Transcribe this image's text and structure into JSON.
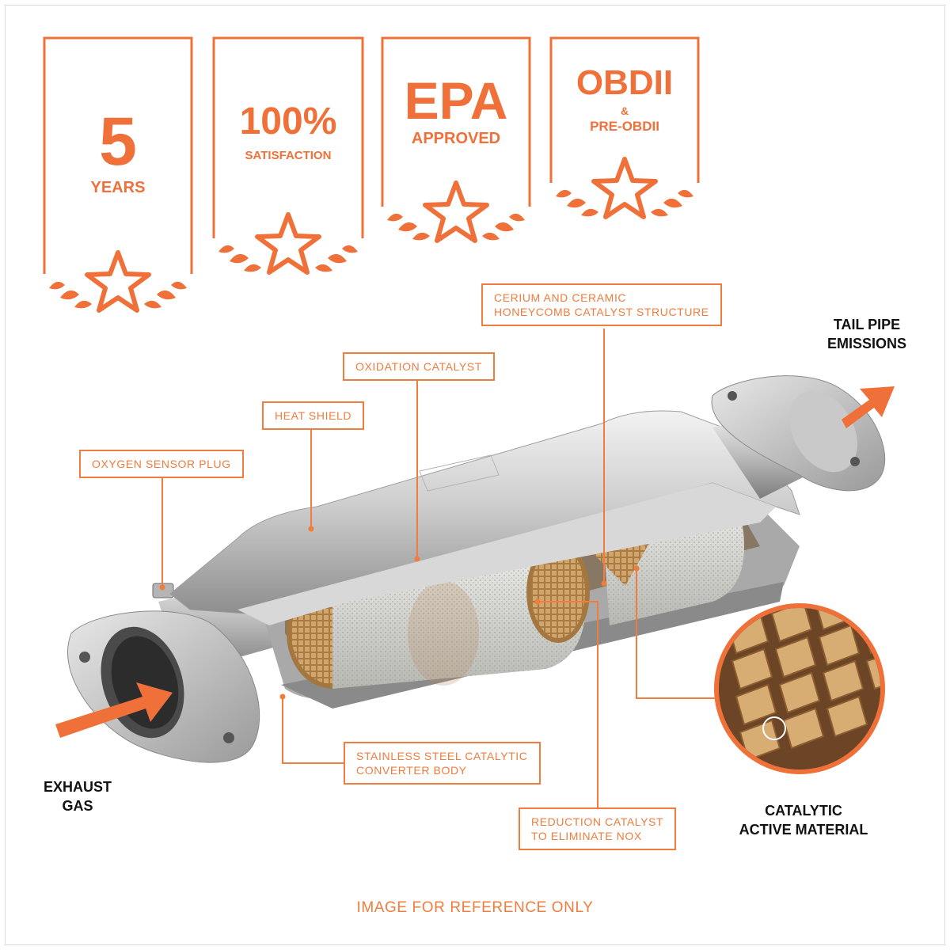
{
  "badges": [
    {
      "big": "5",
      "small": "YEARS"
    },
    {
      "big": "100%",
      "small": "SATISFACTION"
    },
    {
      "big": "EPA",
      "small": "APPROVED"
    },
    {
      "big": "OBDII",
      "small_top": "&",
      "small": "PRE-OBDII"
    }
  ],
  "callouts": {
    "oxygen_sensor": "OXYGEN SENSOR PLUG",
    "heat_shield": "HEAT SHIELD",
    "oxidation": "OXIDATION CATALYST",
    "cerium_line1": "CERIUM AND CERAMIC",
    "cerium_line2": "HONEYCOMB CATALYST STRUCTURE",
    "stainless_line1": "STAINLESS STEEL CATALYTIC",
    "stainless_line2": "CONVERTER BODY",
    "reduction_line1": "REDUCTION CATALYST",
    "reduction_line2": "TO ELIMINATE NOX"
  },
  "labels": {
    "tail_line1": "TAIL PIPE",
    "tail_line2": "EMISSIONS",
    "exhaust_line1": "EXHAUST",
    "exhaust_line2": "GAS",
    "catalytic_line1": "CATALYTIC",
    "catalytic_line2": "ACTIVE MATERIAL"
  },
  "footer": "IMAGE FOR REFERENCE ONLY",
  "colors": {
    "accent": "#f07039",
    "callout_border": "#f07c3e",
    "steel_light": "#e2e2e2",
    "steel_dark": "#8a8a8a",
    "catalyst_copper": "#b98a4e"
  }
}
